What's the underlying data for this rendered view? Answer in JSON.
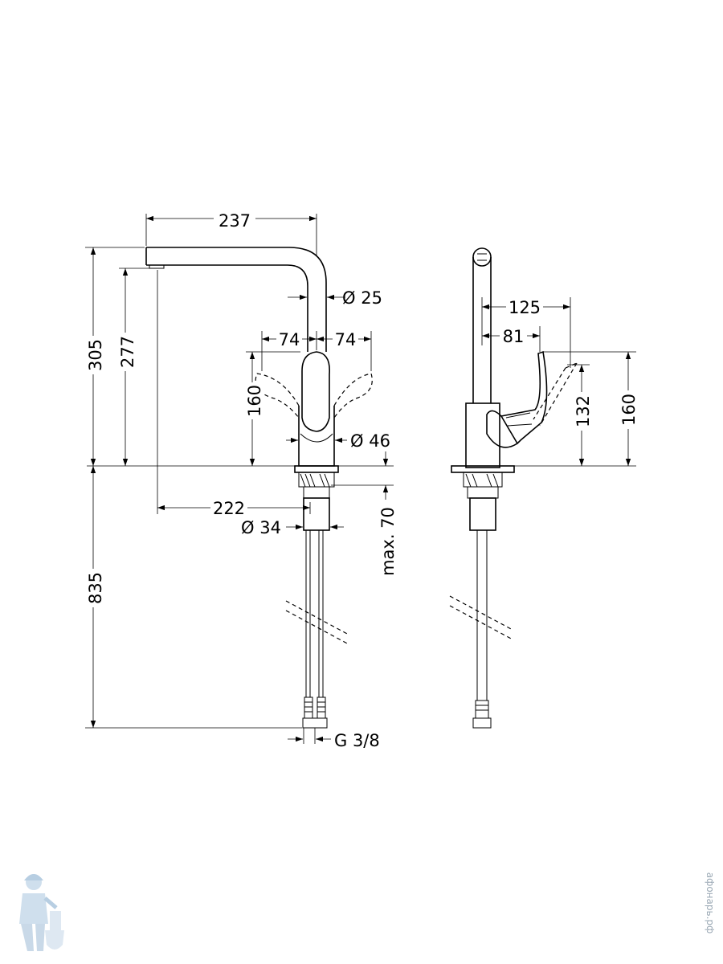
{
  "front_view": {
    "dim_spout_reach": "237",
    "dim_total_height": "305",
    "dim_outlet_height": "277",
    "dim_spout_diameter": "Ø 25",
    "dim_lever_left": "74",
    "dim_lever_right": "74",
    "dim_lever_height": "160",
    "dim_body_diameter": "Ø 46",
    "dim_outlet_projection": "222",
    "dim_shank_diameter": "Ø 34",
    "dim_deck_thickness": "max. 70",
    "dim_hose_length": "835",
    "dim_connection_thread": "G 3/8"
  },
  "side_view": {
    "dim_lever_travel": "125",
    "dim_lever_depth": "81",
    "dim_lever_low": "132",
    "dim_lever_high": "160"
  },
  "watermark": {
    "site_text": "афонарь.рф",
    "logo_icon": "plumber-mascot-icon"
  }
}
